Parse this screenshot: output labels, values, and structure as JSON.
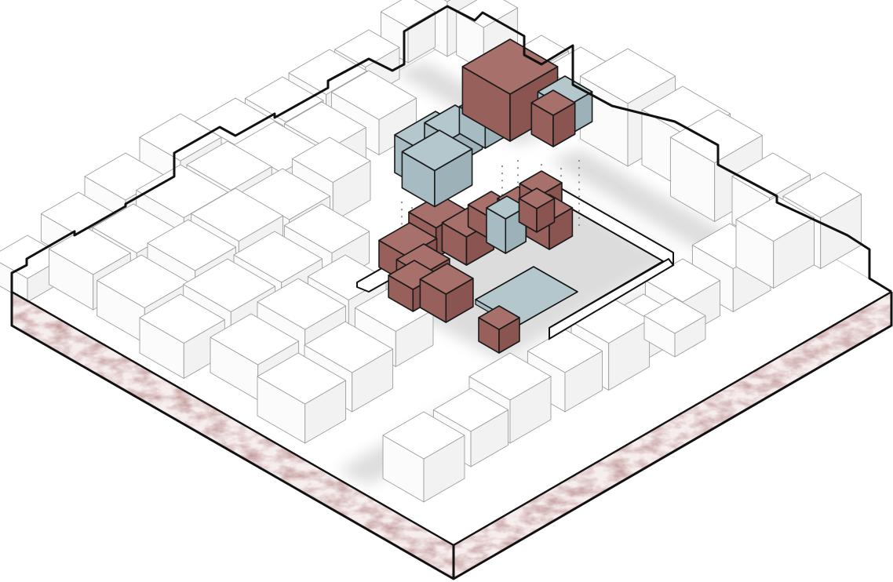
{
  "colors": {
    "soil": "#a26c6c",
    "soil_dark": "#7c4a4a",
    "program_red": "#a8706b",
    "program_blue": "#b3c7cc",
    "context_block": "#ffffff",
    "street_haze": "#d8d8d8",
    "outline": "#111111"
  },
  "diagram": {
    "view": "isometric",
    "layers": [
      "soil-slab",
      "ground-plane",
      "streets",
      "context-blocks",
      "courtyard-wall",
      "program-volumes",
      "lifted-roof-volumes",
      "projection-dots"
    ]
  }
}
